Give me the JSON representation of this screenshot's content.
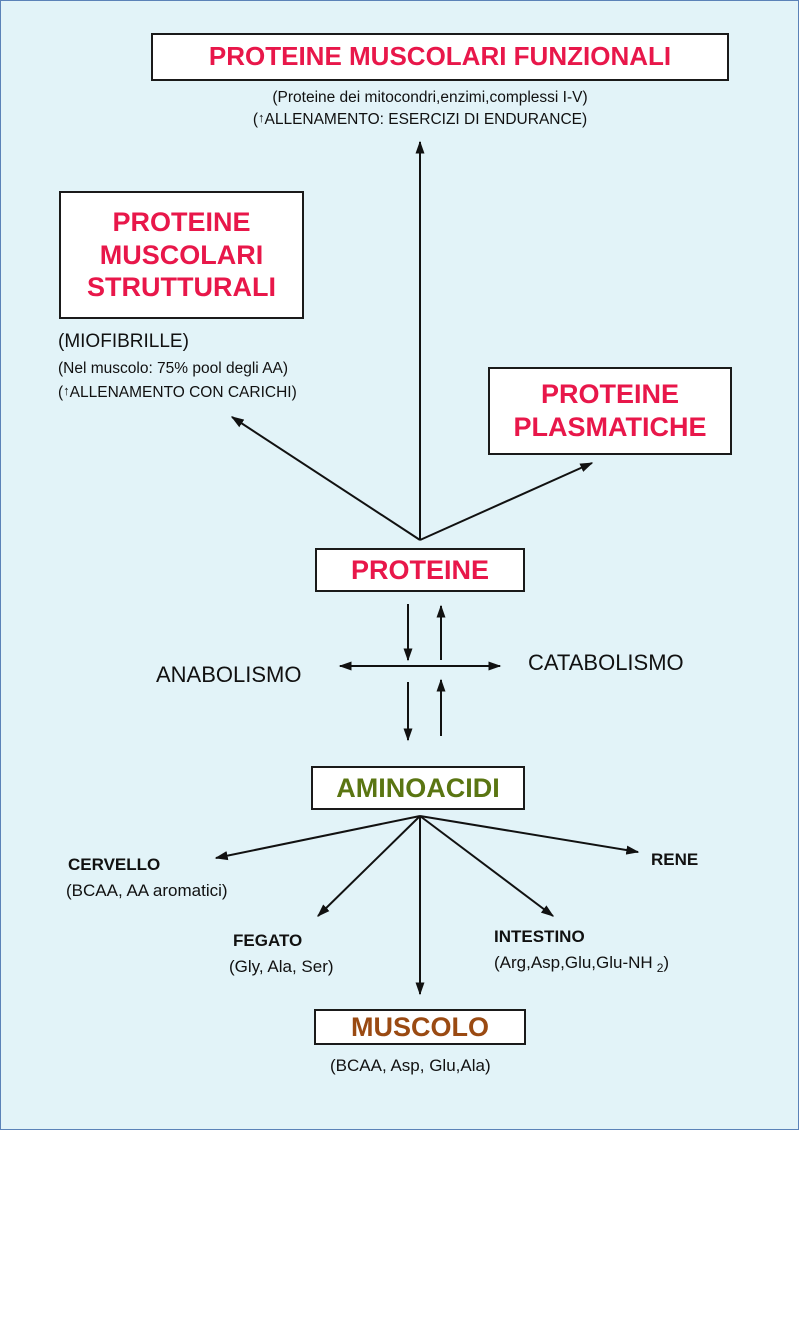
{
  "nodes": {
    "funzionali": {
      "title": "PROTEINE MUSCOLARI FUNZIONALI",
      "note1": "(Proteine dei mitocondri,enzimi,complessi I-V)",
      "note2_pre": "(",
      "note2_arrow": "↑",
      "note2_post": "ALLENAMENTO:  ESERCIZI DI ENDURANCE)"
    },
    "strutturali": {
      "line1": "PROTEINE",
      "line2": "MUSCOLARI",
      "line3": "STRUTTURALI",
      "note1": "(MIOFIBRILLE)",
      "note2": "(Nel muscolo:  75% pool degli  AA)",
      "note3_pre": "(",
      "note3_arrow": "↑",
      "note3_post": "ALLENAMENTO CON CARICHI)"
    },
    "plasmatiche": {
      "line1": "PROTEINE",
      "line2": "PLASMATICHE"
    },
    "proteine": {
      "title": "PROTEINE"
    },
    "anabolismo": "ANABOLISMO",
    "catabolismo": "CATABOLISMO",
    "aminoacidi": {
      "title": "AMINOACIDI"
    },
    "cervello": {
      "title": "CERVELLO",
      "note": "(BCAA, AA aromatici)"
    },
    "rene": {
      "title": "RENE"
    },
    "fegato": {
      "title": "FEGATO",
      "note": "(Gly, Ala, Ser)"
    },
    "intestino": {
      "title": "INTESTINO",
      "note": "(Arg,Asp,Glu,Glu-NH",
      "note_sub": "2",
      "note_end": ")"
    },
    "muscolo": {
      "title": "MUSCOLO",
      "note": "(BCAA, Asp, Glu,Ala)"
    }
  },
  "colors": {
    "red": "#e8174a",
    "olive": "#5a7512",
    "brown": "#9a4a12",
    "panel": "#e2f3f8",
    "border": "#5b82b8"
  }
}
